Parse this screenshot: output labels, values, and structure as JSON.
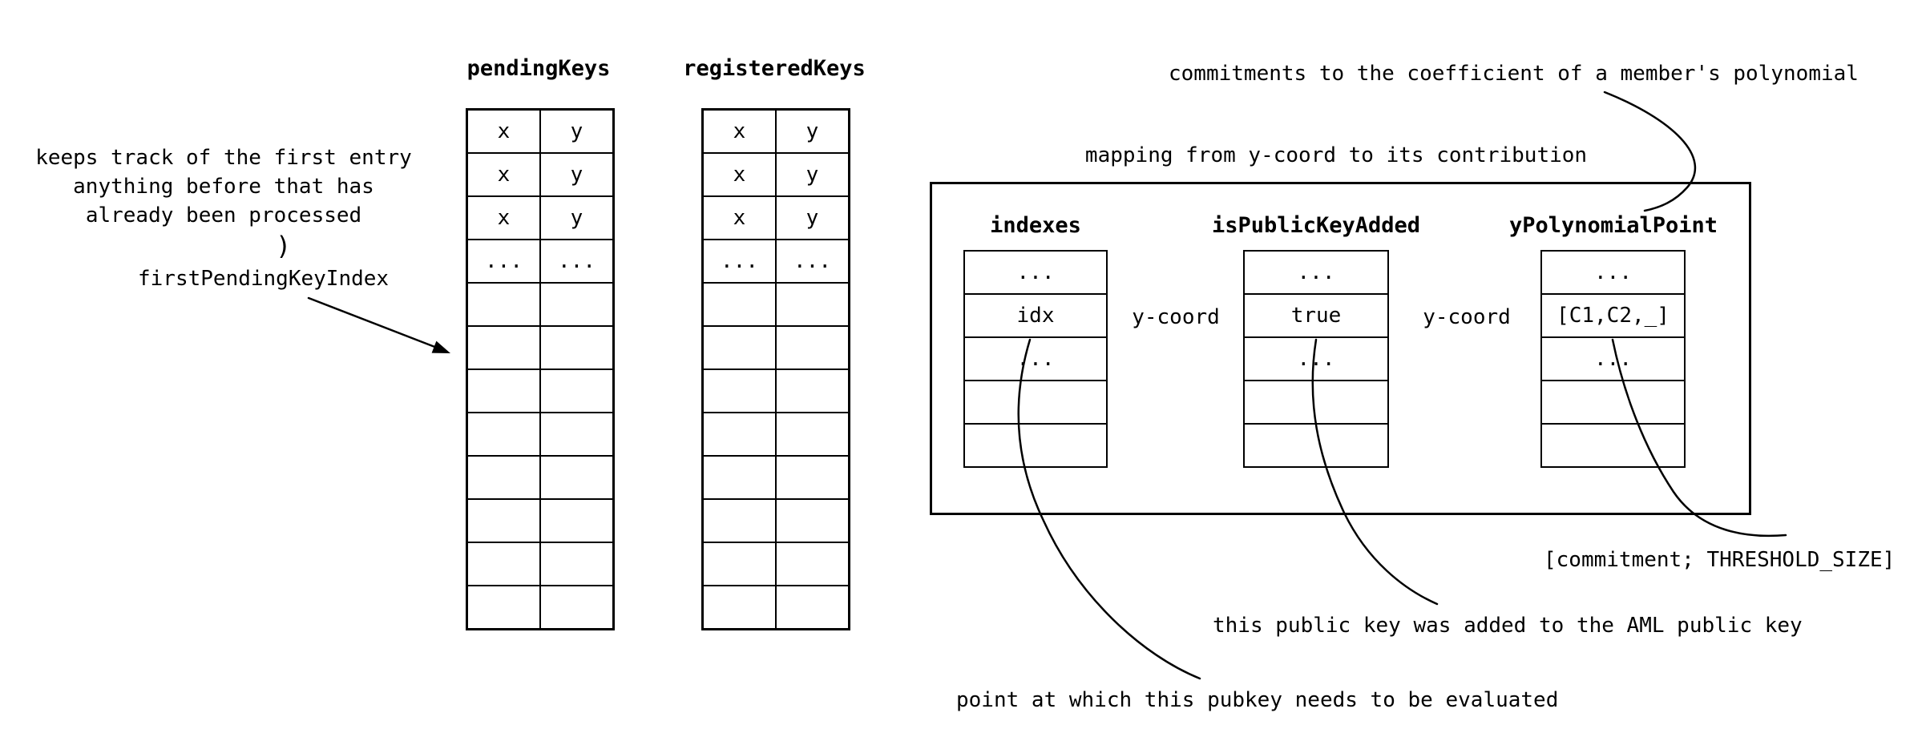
{
  "colors": {
    "ink": "#000000",
    "background": "#ffffff"
  },
  "left_annotation": {
    "line1": "keeps track of the first entry",
    "line2": "anything before that has",
    "line3": "already been processed",
    "connector": ")",
    "label": "firstPendingKeyIndex"
  },
  "pending_keys": {
    "title": "pendingKeys",
    "rows": [
      [
        "x",
        "y"
      ],
      [
        "x",
        "y"
      ],
      [
        "x",
        "y"
      ],
      [
        "...",
        "..."
      ],
      [
        "",
        ""
      ],
      [
        "",
        ""
      ],
      [
        "",
        ""
      ],
      [
        "",
        ""
      ],
      [
        "",
        ""
      ],
      [
        "",
        ""
      ],
      [
        "",
        ""
      ],
      [
        "",
        ""
      ]
    ]
  },
  "registered_keys": {
    "title": "registeredKeys",
    "rows": [
      [
        "x",
        "y"
      ],
      [
        "x",
        "y"
      ],
      [
        "x",
        "y"
      ],
      [
        "...",
        "..."
      ],
      [
        "",
        ""
      ],
      [
        "",
        ""
      ],
      [
        "",
        ""
      ],
      [
        "",
        ""
      ],
      [
        "",
        ""
      ],
      [
        "",
        ""
      ],
      [
        "",
        ""
      ],
      [
        "",
        ""
      ]
    ]
  },
  "mapping_box": {
    "caption": "mapping from y-coord to its contribution",
    "top_annotation": "commitments to the coefficient of a member's polynomial",
    "indexes": {
      "title": "indexes",
      "rows": [
        "...",
        "idx",
        "...",
        "",
        ""
      ]
    },
    "is_public_key_added": {
      "title": "isPublicKeyAdded",
      "rows": [
        "...",
        "true",
        "...",
        "",
        ""
      ]
    },
    "y_polynomial_point": {
      "title": "yPolynomialPoint",
      "rows": [
        "...",
        "[C1,C2,_]",
        "...",
        "",
        ""
      ]
    },
    "y_coord_label_1": "y-coord",
    "y_coord_label_2": "y-coord"
  },
  "bottom_annotations": {
    "commitment_array": "[commitment; THRESHOLD_SIZE]",
    "public_key_added": "this public key was added to the AML public key",
    "evaluation_point": "point at which this pubkey needs to be evaluated"
  }
}
